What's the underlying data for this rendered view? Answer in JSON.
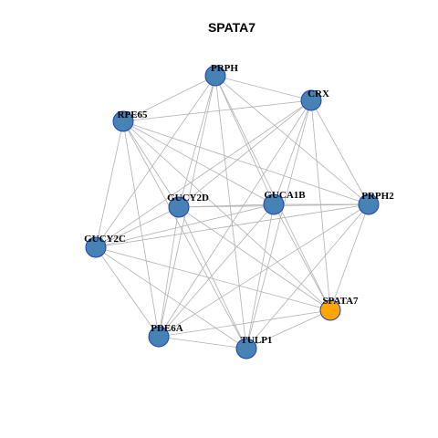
{
  "title": "SPATA7",
  "colors": {
    "default_node": "#4682B4",
    "highlight_node": "#FFA500",
    "node_border": "#1f3fbf",
    "edge": "#b0b0b0"
  },
  "nodes": [
    {
      "id": "PRPH",
      "label": "PRPH",
      "highlight": false
    },
    {
      "id": "CRX",
      "label": "CRX",
      "highlight": false
    },
    {
      "id": "RPE65",
      "label": "RPE65",
      "highlight": false
    },
    {
      "id": "GUCY2D",
      "label": "GUCY2D",
      "highlight": false
    },
    {
      "id": "GUCA1B",
      "label": "GUCA1B",
      "highlight": false
    },
    {
      "id": "PRPH2",
      "label": "PRPH2",
      "highlight": false
    },
    {
      "id": "GUCY2C",
      "label": "GUCY2C",
      "highlight": false
    },
    {
      "id": "SPATA7",
      "label": "SPATA7",
      "highlight": true
    },
    {
      "id": "PDE6A",
      "label": "PDE6A",
      "highlight": false
    },
    {
      "id": "TULP1",
      "label": "TULP1",
      "highlight": false
    }
  ],
  "edges": [
    [
      "PRPH",
      "RPE65"
    ],
    [
      "PRPH",
      "CRX"
    ],
    [
      "PRPH",
      "GUCY2D"
    ],
    [
      "PRPH",
      "GUCA1B"
    ],
    [
      "PRPH",
      "PRPH2"
    ],
    [
      "PRPH",
      "PDE6A"
    ],
    [
      "PRPH",
      "TULP1"
    ],
    [
      "PRPH",
      "SPATA7"
    ],
    [
      "PRPH",
      "GUCY2C"
    ],
    [
      "CRX",
      "RPE65"
    ],
    [
      "CRX",
      "GUCY2D"
    ],
    [
      "CRX",
      "GUCA1B"
    ],
    [
      "CRX",
      "PRPH2"
    ],
    [
      "CRX",
      "GUCY2C"
    ],
    [
      "CRX",
      "PDE6A"
    ],
    [
      "CRX",
      "TULP1"
    ],
    [
      "CRX",
      "SPATA7"
    ],
    [
      "RPE65",
      "GUCY2D"
    ],
    [
      "RPE65",
      "GUCA1B"
    ],
    [
      "RPE65",
      "PRPH2"
    ],
    [
      "RPE65",
      "GUCY2C"
    ],
    [
      "RPE65",
      "PDE6A"
    ],
    [
      "RPE65",
      "TULP1"
    ],
    [
      "RPE65",
      "SPATA7"
    ],
    [
      "GUCY2D",
      "GUCA1B"
    ],
    [
      "GUCY2D",
      "GUCY2C"
    ],
    [
      "GUCY2D",
      "PDE6A"
    ],
    [
      "GUCY2D",
      "TULP1"
    ],
    [
      "GUCY2D",
      "SPATA7"
    ],
    [
      "GUCY2D",
      "PRPH2"
    ],
    [
      "GUCA1B",
      "PRPH2"
    ],
    [
      "GUCA1B",
      "GUCY2C"
    ],
    [
      "GUCA1B",
      "PDE6A"
    ],
    [
      "GUCA1B",
      "TULP1"
    ],
    [
      "GUCA1B",
      "SPATA7"
    ],
    [
      "PRPH2",
      "GUCY2C"
    ],
    [
      "PRPH2",
      "SPATA7"
    ],
    [
      "PRPH2",
      "PDE6A"
    ],
    [
      "PRPH2",
      "TULP1"
    ],
    [
      "GUCY2C",
      "PDE6A"
    ],
    [
      "GUCY2C",
      "TULP1"
    ],
    [
      "GUCY2C",
      "SPATA7"
    ],
    [
      "PDE6A",
      "TULP1"
    ],
    [
      "PDE6A",
      "SPATA7"
    ],
    [
      "TULP1",
      "SPATA7"
    ]
  ]
}
